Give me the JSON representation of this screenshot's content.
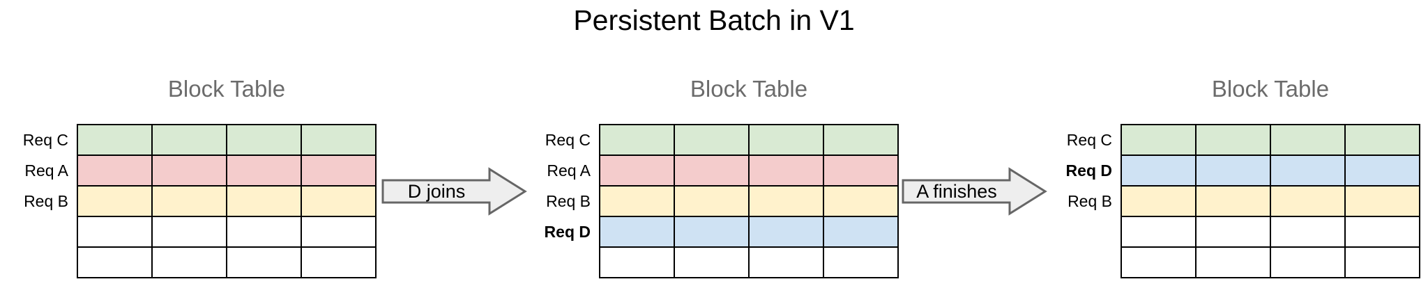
{
  "title": "Persistent Batch in V1",
  "colors": {
    "green": "#d9ead3",
    "red": "#f4cccc",
    "yellow": "#fff2cc",
    "blue": "#cfe2f3",
    "white": "#ffffff",
    "arrow_fill": "#eeeeee",
    "arrow_border": "#666666",
    "heading_gray": "#6b6b6b",
    "table_border": "#000000"
  },
  "panels": [
    {
      "heading": "Block Table",
      "columns": 4,
      "rows": [
        {
          "label": "Req C",
          "bold": false,
          "color": "green"
        },
        {
          "label": "Req A",
          "bold": false,
          "color": "red"
        },
        {
          "label": "Req B",
          "bold": false,
          "color": "yellow"
        },
        {
          "label": "",
          "bold": false,
          "color": "white"
        },
        {
          "label": "",
          "bold": false,
          "color": "white"
        }
      ]
    },
    {
      "heading": "Block Table",
      "columns": 4,
      "rows": [
        {
          "label": "Req C",
          "bold": false,
          "color": "green"
        },
        {
          "label": "Req A",
          "bold": false,
          "color": "red"
        },
        {
          "label": "Req B",
          "bold": false,
          "color": "yellow"
        },
        {
          "label": "Req D",
          "bold": true,
          "color": "blue"
        },
        {
          "label": "",
          "bold": false,
          "color": "white"
        }
      ]
    },
    {
      "heading": "Block Table",
      "columns": 4,
      "rows": [
        {
          "label": "Req C",
          "bold": false,
          "color": "green"
        },
        {
          "label": "Req D",
          "bold": true,
          "color": "blue"
        },
        {
          "label": "Req B",
          "bold": false,
          "color": "yellow"
        },
        {
          "label": "",
          "bold": false,
          "color": "white"
        },
        {
          "label": "",
          "bold": false,
          "color": "white"
        }
      ]
    }
  ],
  "arrows": [
    {
      "label": "D joins"
    },
    {
      "label": "A finishes"
    }
  ]
}
